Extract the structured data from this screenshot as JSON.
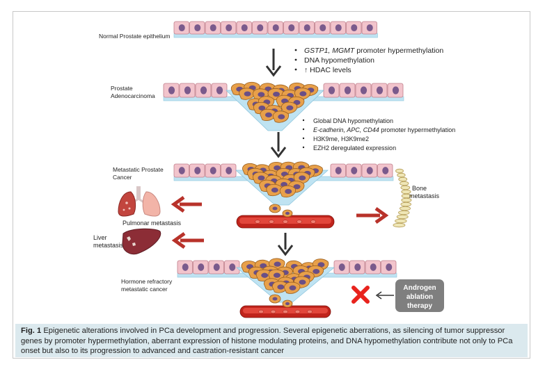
{
  "stages": {
    "normal": "Normal Prostate epithelium",
    "adeno_line1": "Prostate",
    "adeno_line2": "Adenocarcinoma",
    "meta_line1": "Metastatic Prostate",
    "meta_line2": "Cancer",
    "hormone_line1": "Hormone refractory",
    "hormone_line2": "metastatic cancer"
  },
  "bullets1": [
    {
      "italic": "GSTP1, MGMT",
      "rest": " promoter hypermethylation"
    },
    {
      "italic": "",
      "rest": "DNA hypomethylation"
    },
    {
      "italic": "",
      "rest": "↑ HDAC levels"
    }
  ],
  "bullets2": [
    {
      "italic": "",
      "rest": "Global DNA hypomethylation"
    },
    {
      "italic": "E-cadherin, APC, CD44",
      "rest": "  promoter hypermethylation"
    },
    {
      "italic": "",
      "rest": "H3K9me, H3K9me2"
    },
    {
      "italic": "",
      "rest": "EZH2 deregulated expression"
    }
  ],
  "metastasis": {
    "bone_line1": "Bone",
    "bone_line2": "metastasis",
    "pulmonar": "Pulmonar metastasis",
    "liver_line1": "Liver",
    "liver_line2": "metastasis"
  },
  "therapy": {
    "line1": "Androgen",
    "line2": "ablation",
    "line3": "therapy"
  },
  "caption": {
    "label": "Fig. 1",
    "text": " Epigenetic alterations involved in PCa development and progression. Several epigenetic aberrations, as silencing of tumor suppressor genes by promoter hypermethylation, aberrant expression of histone modulating proteins, and DNA hypomethylation contribute not only to PCa onset but also to its progression to advanced and castration-resistant cancer"
  },
  "colors": {
    "cell_fill": "#f2c4cc",
    "cell_nucleus": "#7a5a8c",
    "tumor_fill": "#e8a04a",
    "tumor_nucleus": "#6a4f86",
    "basement": "#bfe3f2",
    "red_arrow": "#b8322a",
    "dark_arrow": "#333333",
    "vessel": "#c0241c",
    "therapy_box": "#7f7f7f",
    "caption_bg": "#dbe9ee"
  }
}
